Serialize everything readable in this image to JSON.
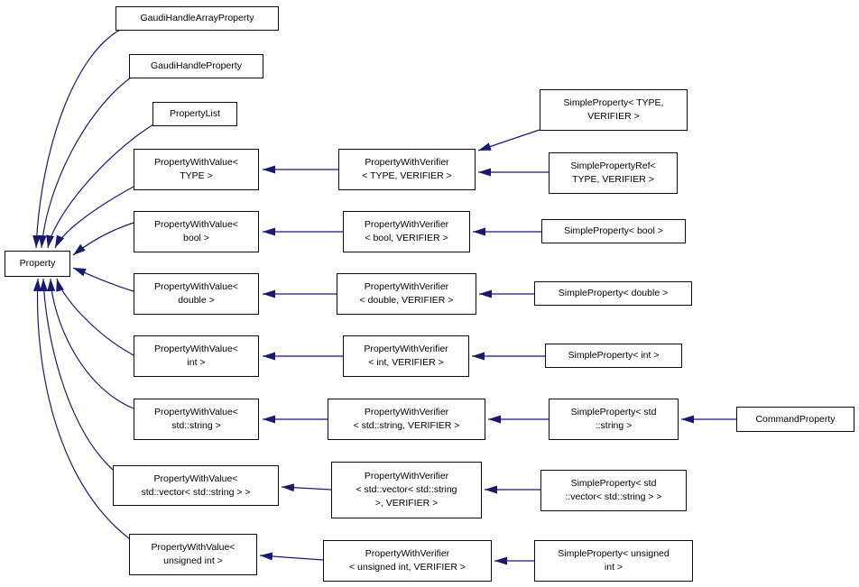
{
  "diagram": {
    "kind": "class-inheritance-graph",
    "background_color": "#ffffff",
    "node_fill_color": "#ffffff",
    "node_border_color": "#0a0a0a",
    "edge_color": "#191970",
    "nodes": {
      "property": {
        "label": "Property"
      },
      "gaudi_handle_array_property": {
        "label": "GaudiHandleArrayProperty"
      },
      "gaudi_handle_property": {
        "label": "GaudiHandleProperty"
      },
      "property_list": {
        "label": "PropertyList"
      },
      "pwv_type": {
        "label": "PropertyWithValue<\nTYPE >"
      },
      "pwv_bool": {
        "label": "PropertyWithValue<\nbool >"
      },
      "pwv_double": {
        "label": "PropertyWithValue<\ndouble >"
      },
      "pwv_int": {
        "label": "PropertyWithValue<\nint >"
      },
      "pwv_string": {
        "label": "PropertyWithValue<\nstd::string >"
      },
      "pwv_vector_string": {
        "label": "PropertyWithValue<\nstd::vector< std::string > >"
      },
      "pwv_unsigned_int": {
        "label": "PropertyWithValue<\nunsigned int >"
      },
      "pwvf_type": {
        "label": "PropertyWithVerifier\n< TYPE, VERIFIER >"
      },
      "pwvf_bool": {
        "label": "PropertyWithVerifier\n< bool, VERIFIER >"
      },
      "pwvf_double": {
        "label": "PropertyWithVerifier\n< double, VERIFIER >"
      },
      "pwvf_int": {
        "label": "PropertyWithVerifier\n< int, VERIFIER >"
      },
      "pwvf_string": {
        "label": "PropertyWithVerifier\n< std::string, VERIFIER >"
      },
      "pwvf_vector_string": {
        "label": "PropertyWithVerifier\n< std::vector< std::string\n>, VERIFIER >"
      },
      "pwvf_unsigned_int": {
        "label": "PropertyWithVerifier\n< unsigned int, VERIFIER >"
      },
      "sp_type_verifier": {
        "label": "SimpleProperty< TYPE,\nVERIFIER >"
      },
      "sp_ref_type_verifier": {
        "label": "SimplePropertyRef<\nTYPE, VERIFIER >"
      },
      "sp_bool": {
        "label": "SimpleProperty< bool >"
      },
      "sp_double": {
        "label": "SimpleProperty< double >"
      },
      "sp_int": {
        "label": "SimpleProperty< int >"
      },
      "sp_string": {
        "label": "SimpleProperty< std\n::string >"
      },
      "sp_vector_string": {
        "label": "SimpleProperty< std\n::vector< std::string > >"
      },
      "sp_unsigned_int": {
        "label": "SimpleProperty< unsigned\nint >"
      },
      "command_property": {
        "label": "CommandProperty"
      }
    },
    "edges": [
      {
        "derived": "gaudi_handle_array_property",
        "base": "property"
      },
      {
        "derived": "gaudi_handle_property",
        "base": "property"
      },
      {
        "derived": "property_list",
        "base": "property"
      },
      {
        "derived": "pwv_type",
        "base": "property"
      },
      {
        "derived": "pwv_bool",
        "base": "property"
      },
      {
        "derived": "pwv_double",
        "base": "property"
      },
      {
        "derived": "pwv_int",
        "base": "property"
      },
      {
        "derived": "pwv_string",
        "base": "property"
      },
      {
        "derived": "pwv_vector_string",
        "base": "property"
      },
      {
        "derived": "pwv_unsigned_int",
        "base": "property"
      },
      {
        "derived": "pwvf_type",
        "base": "pwv_type"
      },
      {
        "derived": "pwvf_bool",
        "base": "pwv_bool"
      },
      {
        "derived": "pwvf_double",
        "base": "pwv_double"
      },
      {
        "derived": "pwvf_int",
        "base": "pwv_int"
      },
      {
        "derived": "pwvf_string",
        "base": "pwv_string"
      },
      {
        "derived": "pwvf_vector_string",
        "base": "pwv_vector_string"
      },
      {
        "derived": "pwvf_unsigned_int",
        "base": "pwv_unsigned_int"
      },
      {
        "derived": "sp_type_verifier",
        "base": "pwvf_type"
      },
      {
        "derived": "sp_ref_type_verifier",
        "base": "pwvf_type"
      },
      {
        "derived": "sp_bool",
        "base": "pwvf_bool"
      },
      {
        "derived": "sp_double",
        "base": "pwvf_double"
      },
      {
        "derived": "sp_int",
        "base": "pwvf_int"
      },
      {
        "derived": "sp_string",
        "base": "pwvf_string"
      },
      {
        "derived": "sp_vector_string",
        "base": "pwvf_vector_string"
      },
      {
        "derived": "sp_unsigned_int",
        "base": "pwvf_unsigned_int"
      },
      {
        "derived": "command_property",
        "base": "sp_string"
      }
    ]
  }
}
